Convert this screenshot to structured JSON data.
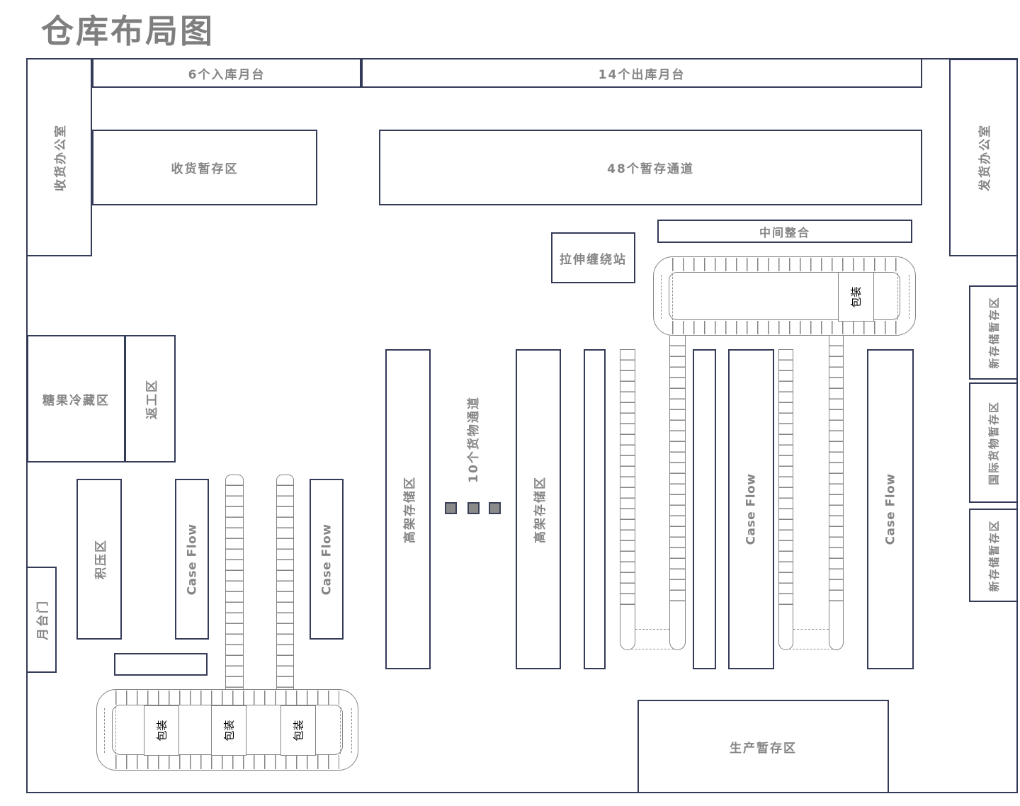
{
  "title": "仓库布局图",
  "colors": {
    "zone_border": "#343b58",
    "conveyor_line": "#848484",
    "label_text": "#858585",
    "title_text": "#7f7f7f",
    "marker_fill": "#8a8a8a",
    "background": "#ffffff"
  },
  "zones": {
    "receiving_office": {
      "label": "收货办公室"
    },
    "inbound_docks": {
      "label": "6个入库月台"
    },
    "outbound_docks": {
      "label": "14个出库月台"
    },
    "receiving_staging": {
      "label": "收货暂存区"
    },
    "staging_lanes": {
      "label": "48个暂存通道"
    },
    "shipping_office": {
      "label": "发货办公室"
    },
    "consolidation": {
      "label": "中间整合"
    },
    "stretch_wrap_station": {
      "label": "拉伸缠绕站"
    },
    "new_storage_staging_top": {
      "label": "新存储暂存区"
    },
    "intl_goods_staging": {
      "label": "国际货物暂存区"
    },
    "new_storage_staging_bottom": {
      "label": "新存储暂存区"
    },
    "candy_cold_storage": {
      "label": "糖果冷藏区"
    },
    "rework_area": {
      "label": "返工区"
    },
    "backlog_area": {
      "label": "积压区"
    },
    "case_flow_left_1": {
      "label": "Case Flow"
    },
    "case_flow_left_2": {
      "label": "Case Flow"
    },
    "case_flow_right_1": {
      "label": "Case Flow"
    },
    "case_flow_right_2": {
      "label": "Case Flow"
    },
    "dock_door": {
      "label": "月台门"
    },
    "high_bay_storage_1": {
      "label": "高架存储区"
    },
    "high_bay_storage_2": {
      "label": "高架存储区"
    },
    "goods_aisles": {
      "label": "10个货物通道"
    },
    "production_staging": {
      "label": "生产暂存区"
    }
  },
  "packing_stations": {
    "top": "包装",
    "bottom": [
      "包装",
      "包装",
      "包装"
    ]
  },
  "aisle_markers": {
    "count": 3
  }
}
